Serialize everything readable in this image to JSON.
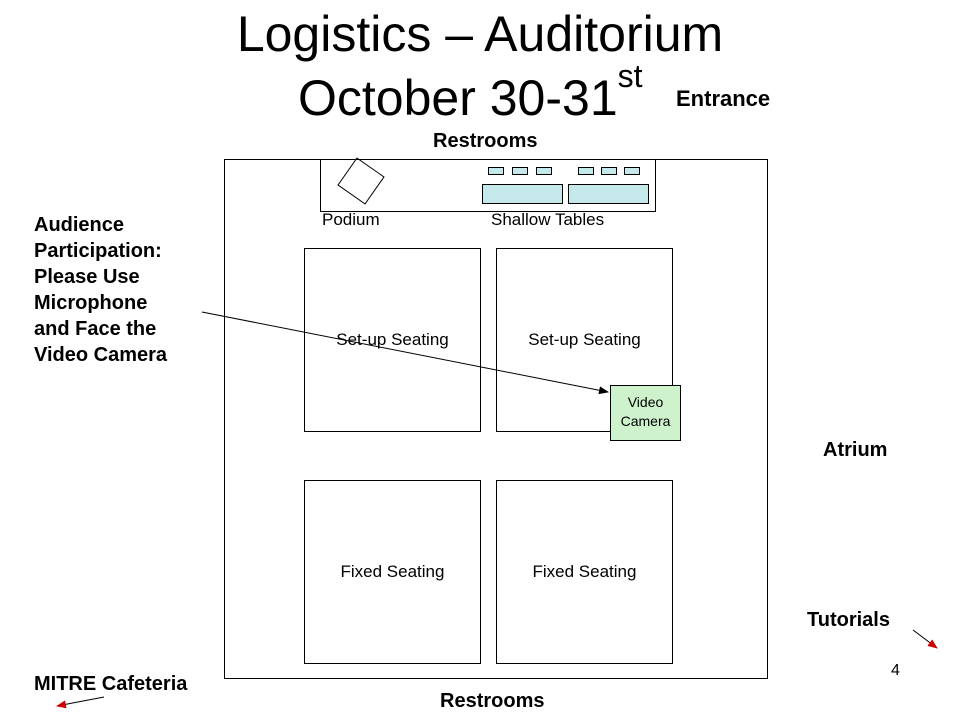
{
  "title": {
    "line1": "Logistics – Auditorium",
    "line2_main": "October 30-31",
    "line2_sup": "st"
  },
  "labels": {
    "entrance": "Entrance",
    "restrooms_top": "Restrooms",
    "restrooms_bottom": "Restrooms",
    "podium": "Podium",
    "shallow_tables": "Shallow Tables",
    "setup_seating_left": "Set-up Seating",
    "setup_seating_right": "Set-up Seating",
    "fixed_seating_left": "Fixed Seating",
    "fixed_seating_right": "Fixed Seating",
    "video_camera_line1": "Video",
    "video_camera_line2": "Camera",
    "atrium": "Atrium",
    "tutorials": "Tutorials",
    "mitre_cafeteria": "MITRE Cafeteria",
    "page_number": "4"
  },
  "audience_note": [
    "Audience",
    "Participation:",
    "Please Use",
    "Microphone",
    "and Face the",
    "Video Camera"
  ],
  "colors": {
    "table_fill": "#c5e8ea",
    "camera_fill": "#cdf2cc",
    "line": "#000000",
    "arrow_red": "#cc0000"
  }
}
